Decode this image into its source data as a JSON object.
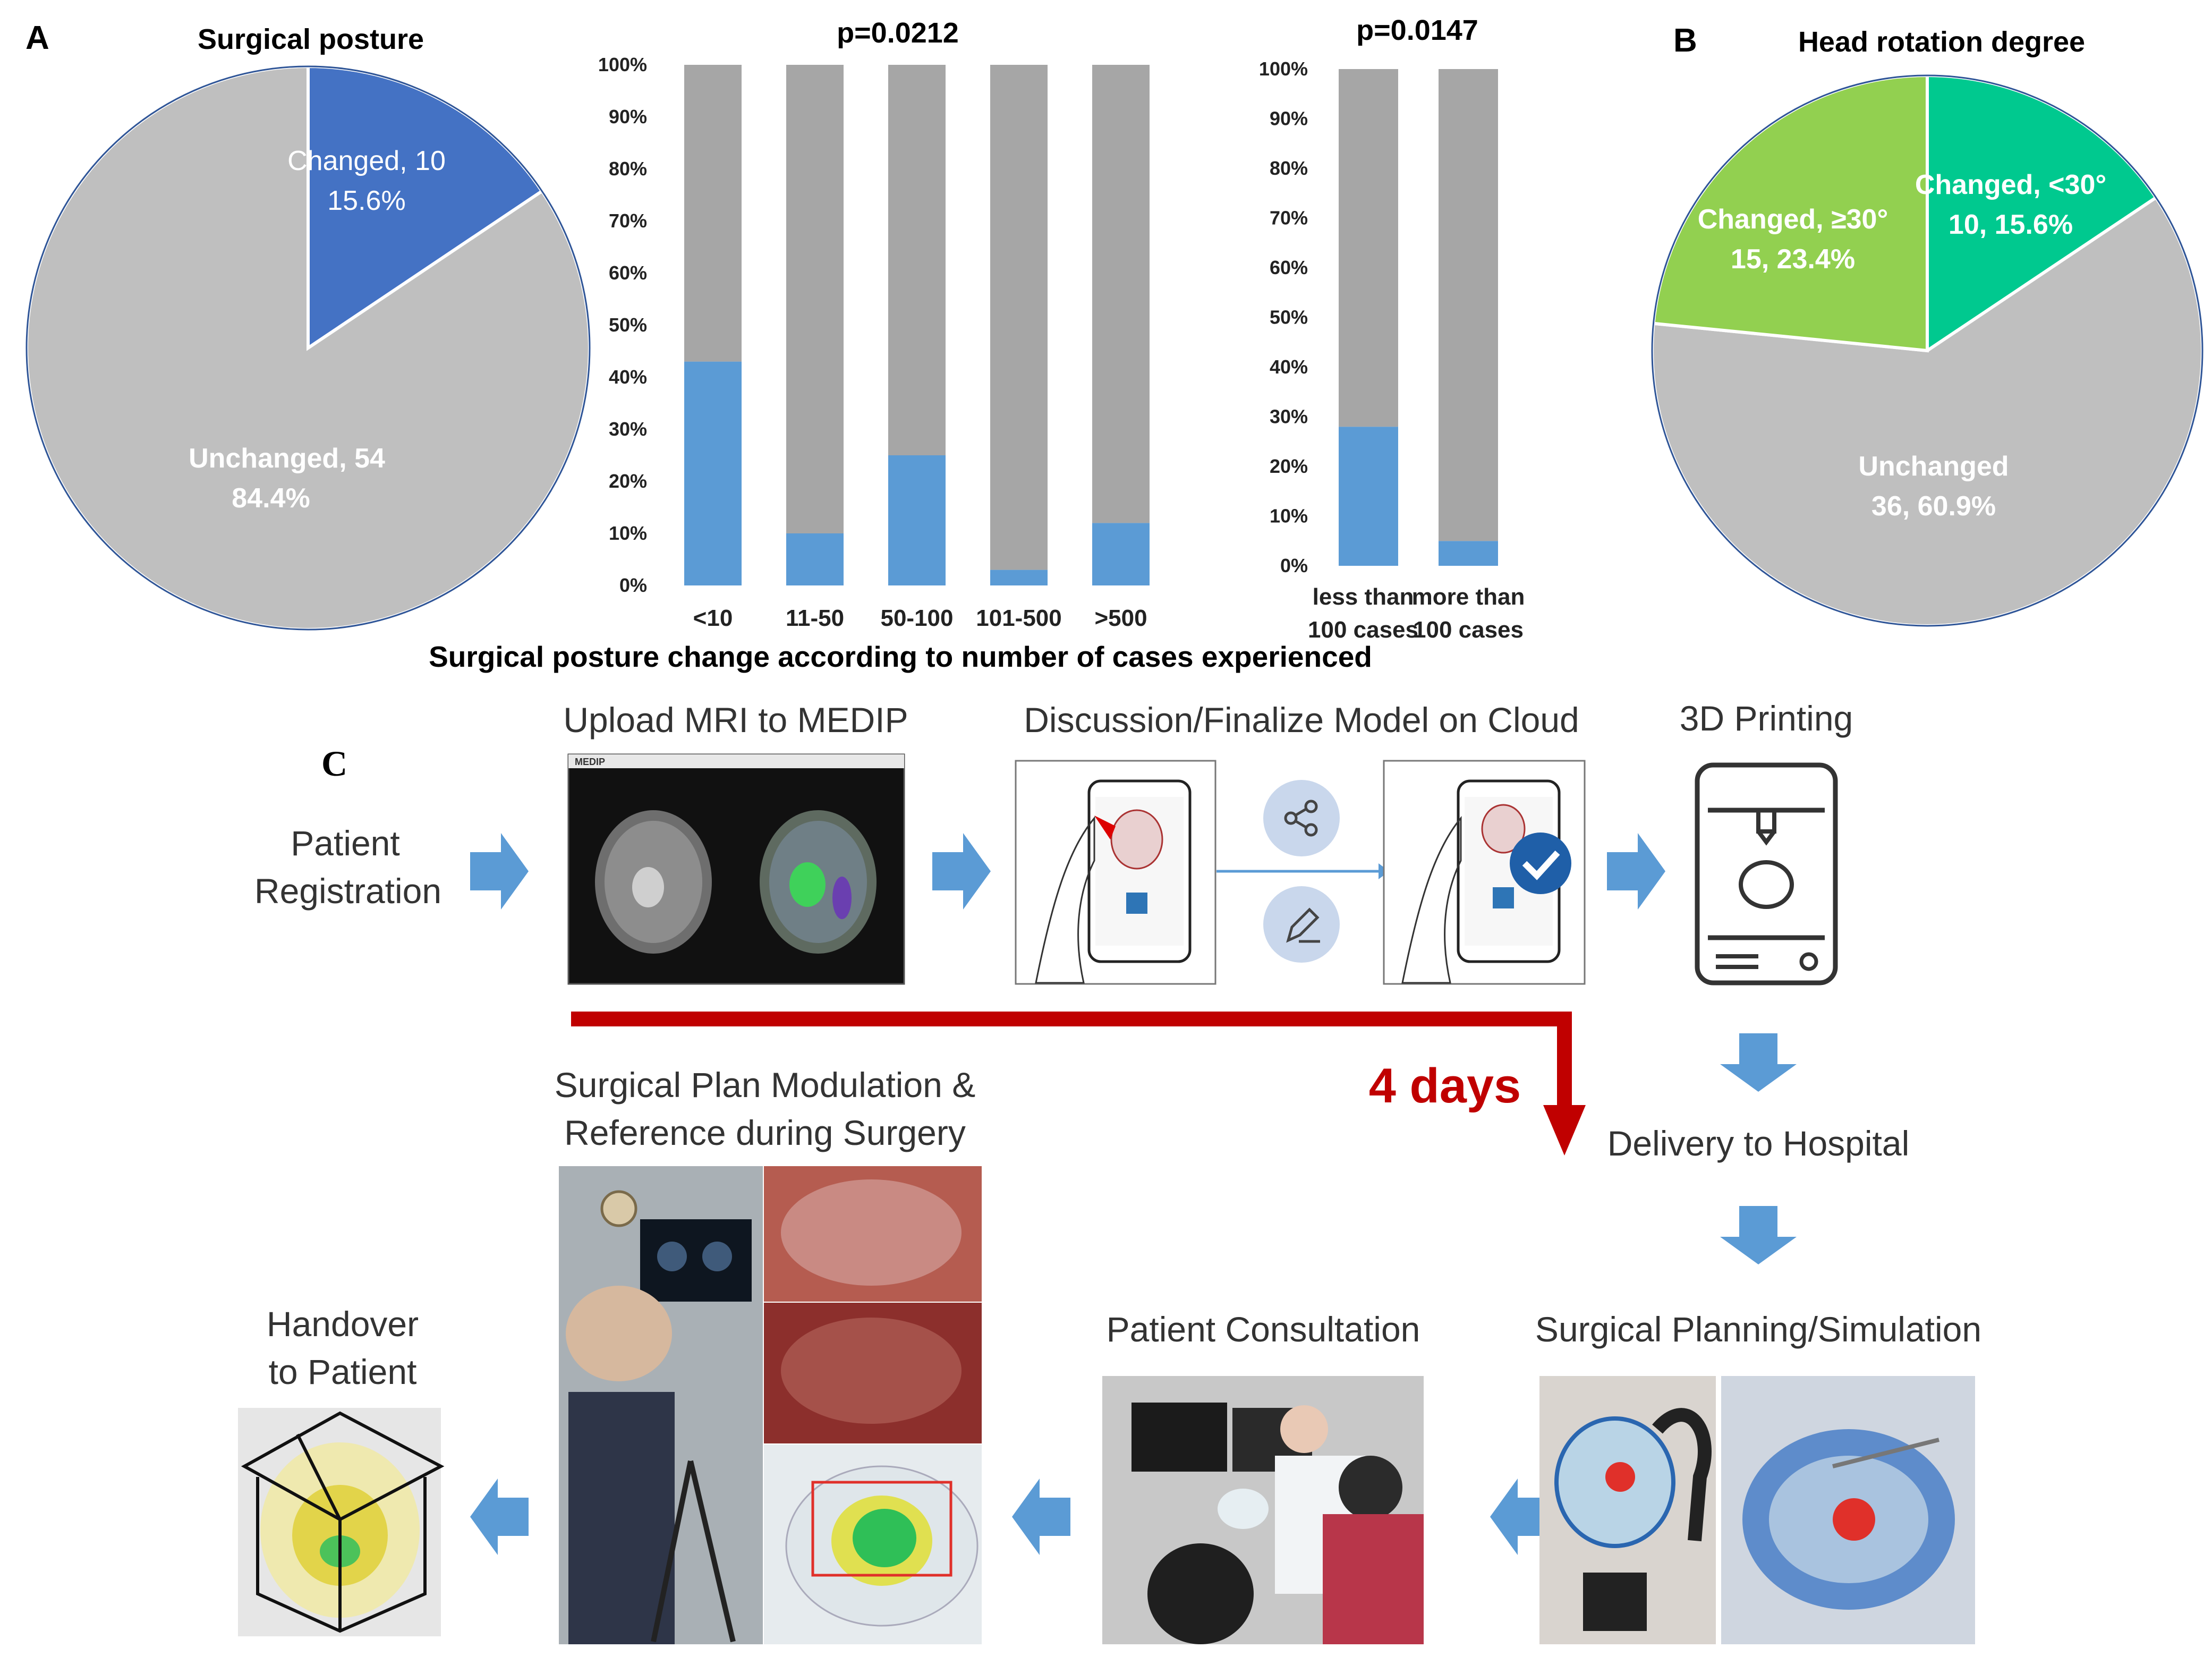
{
  "panel_a": {
    "label": "A",
    "pie_title": "Surgical posture",
    "bar1_title": "p=0.0212",
    "bar2_title": "p=0.0147",
    "bar_section_title": "Surgical posture change according to number of cases experienced"
  },
  "panel_b": {
    "label": "B",
    "pie_title": "Head rotation degree"
  },
  "panel_c": {
    "label": "C",
    "step_patient_registration_1": "Patient",
    "step_patient_registration_2": "Registration",
    "step_upload": "Upload MRI to MEDIP",
    "step_discussion": "Discussion/Finalize Model on Cloud",
    "step_printing": "3D Printing",
    "step_delivery": "Delivery to Hospital",
    "step_planning": "Surgical Planning/Simulation",
    "step_consultation": "Patient Consultation",
    "step_modulation_1": "Surgical Plan Modulation &",
    "step_modulation_2": "Reference during Surgery",
    "step_handover_1": "Handover",
    "step_handover_2": "to Patient",
    "duration": "4 days",
    "medip_logo": "MEDIP",
    "colors": {
      "arrow": "#5b9bd5",
      "timeline": "#c00000"
    }
  },
  "chart_data": [
    {
      "type": "pie",
      "title": "Surgical posture",
      "slices": [
        {
          "label": "Changed, 10",
          "pct_label": "15.6%",
          "value": 15.6,
          "color": "#4472c4"
        },
        {
          "label": "Unchanged, 54",
          "pct_label": "84.4%",
          "value": 84.4,
          "color": "#bfbfbf"
        }
      ]
    },
    {
      "type": "bar",
      "stacked": true,
      "title": "p=0.0212",
      "categories": [
        "<10",
        "11-50",
        "50-100",
        "101-500",
        ">500"
      ],
      "series": [
        {
          "values": [
            43,
            10,
            25,
            3,
            12
          ],
          "color": "#5b9bd5"
        },
        {
          "values": [
            57,
            90,
            75,
            97,
            88
          ],
          "color": "#a6a6a6"
        }
      ],
      "yticks": [
        "0%",
        "10%",
        "20%",
        "30%",
        "40%",
        "50%",
        "60%",
        "70%",
        "80%",
        "90%",
        "100%"
      ],
      "ylim": [
        0,
        100
      ]
    },
    {
      "type": "bar",
      "stacked": true,
      "title": "p=0.0147",
      "categories": [
        "less than 100 cases",
        "more than 100 cases"
      ],
      "category_lines": [
        [
          "less than",
          "100 cases"
        ],
        [
          "more than",
          "100 cases"
        ]
      ],
      "series": [
        {
          "values": [
            28,
            5
          ],
          "color": "#5b9bd5"
        },
        {
          "values": [
            72,
            95
          ],
          "color": "#a6a6a6"
        }
      ],
      "yticks": [
        "0%",
        "10%",
        "20%",
        "30%",
        "40%",
        "50%",
        "60%",
        "70%",
        "80%",
        "90%",
        "100%"
      ],
      "ylim": [
        0,
        100
      ]
    },
    {
      "type": "pie",
      "title": "Head rotation degree",
      "slices": [
        {
          "label": "Changed, <30°",
          "pct_label": "10, 15.6%",
          "value": 15.6,
          "color": "#00c98f"
        },
        {
          "label": "Unchanged",
          "pct_label": "36, 60.9%",
          "value": 60.9,
          "color": "#bfbfbf"
        },
        {
          "label": "Changed, ≥30°",
          "pct_label": "15, 23.4%",
          "value": 23.4,
          "color": "#92d050"
        }
      ]
    }
  ]
}
